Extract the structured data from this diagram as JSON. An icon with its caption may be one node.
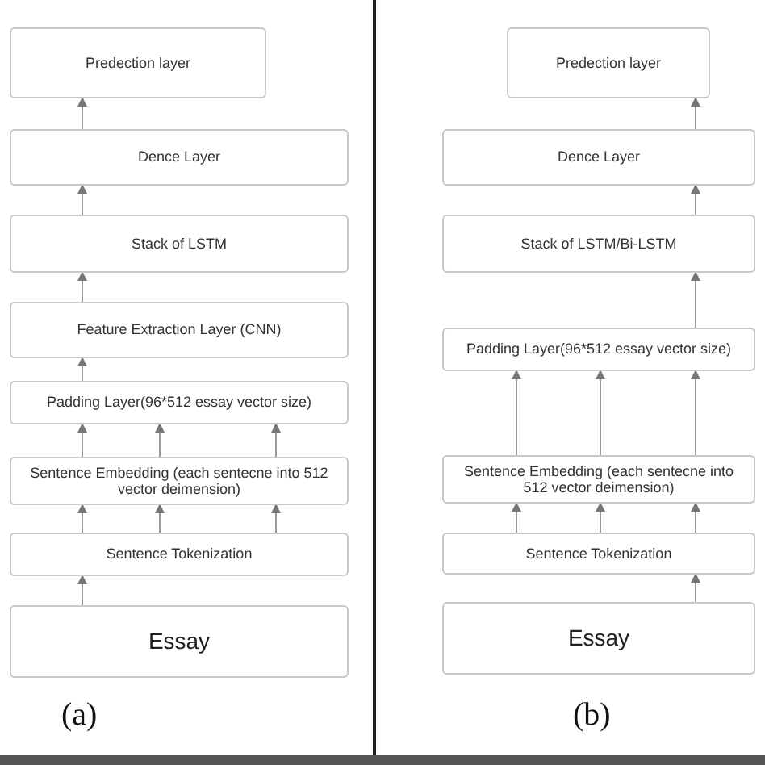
{
  "diagram": {
    "nodes": [
      {
        "text": [
          "Predection layer"
        ]
      },
      {
        "text": [
          "Dence Layer"
        ]
      },
      {
        "text": [
          "Stack of LSTM"
        ]
      },
      {
        "text": [
          "Feature Extraction Layer (CNN)"
        ]
      },
      {
        "text": [
          "Padding Layer(96*512 essay vector size)"
        ]
      },
      {
        "text": [
          "Sentence Embedding (each sentecne into 512 vector deimension)"
        ]
      },
      {
        "text": [
          "Sentence Tokenization"
        ]
      },
      {
        "text": [
          "Essay"
        ]
      },
      {
        "text": [
          "Predection layer"
        ]
      },
      {
        "text": [
          "Dence Layer"
        ]
      },
      {
        "text": [
          "Stack of LSTM/Bi-LSTM"
        ]
      },
      {
        "text": [
          "Padding Layer(96*512 essay vector size)"
        ]
      },
      {
        "text": [
          "Sentence Embedding (each sentecne into 512 vector deimension)"
        ]
      },
      {
        "text": [
          "Sentence Tokenization"
        ]
      },
      {
        "text": [
          "Essay"
        ]
      }
    ],
    "edges": [
      {
        "from": 1,
        "to": 0,
        "arrow": "to"
      },
      {
        "from": 2,
        "to": 1,
        "arrow": "to"
      },
      {
        "from": 3,
        "to": 2,
        "arrow": "to"
      },
      {
        "from": 4,
        "to": 3,
        "arrow": "to"
      },
      {
        "from": 5,
        "to": 4,
        "arrow": "to"
      },
      {
        "from": 5,
        "to": 4,
        "arrow": "to"
      },
      {
        "from": 5,
        "to": 4,
        "arrow": "to"
      },
      {
        "from": 6,
        "to": 5,
        "arrow": "to"
      },
      {
        "from": 6,
        "to": 5,
        "arrow": "to"
      },
      {
        "from": 6,
        "to": 5,
        "arrow": "to"
      },
      {
        "from": 7,
        "to": 6,
        "arrow": "to"
      },
      {
        "from": 9,
        "to": 8,
        "arrow": "to"
      },
      {
        "from": 10,
        "to": 9,
        "arrow": "to"
      },
      {
        "from": 11,
        "to": 10,
        "arrow": "to"
      },
      {
        "from": 12,
        "to": 11,
        "arrow": "to"
      },
      {
        "from": 12,
        "to": 11,
        "arrow": "to"
      },
      {
        "from": 12,
        "to": 11,
        "arrow": "to"
      },
      {
        "from": 13,
        "to": 12,
        "arrow": "to"
      },
      {
        "from": 13,
        "to": 12,
        "arrow": "to"
      },
      {
        "from": 13,
        "to": 12,
        "arrow": "to"
      },
      {
        "from": 14,
        "to": 13,
        "arrow": "to"
      }
    ],
    "labels": [
      "(a)",
      "(b)"
    ]
  }
}
